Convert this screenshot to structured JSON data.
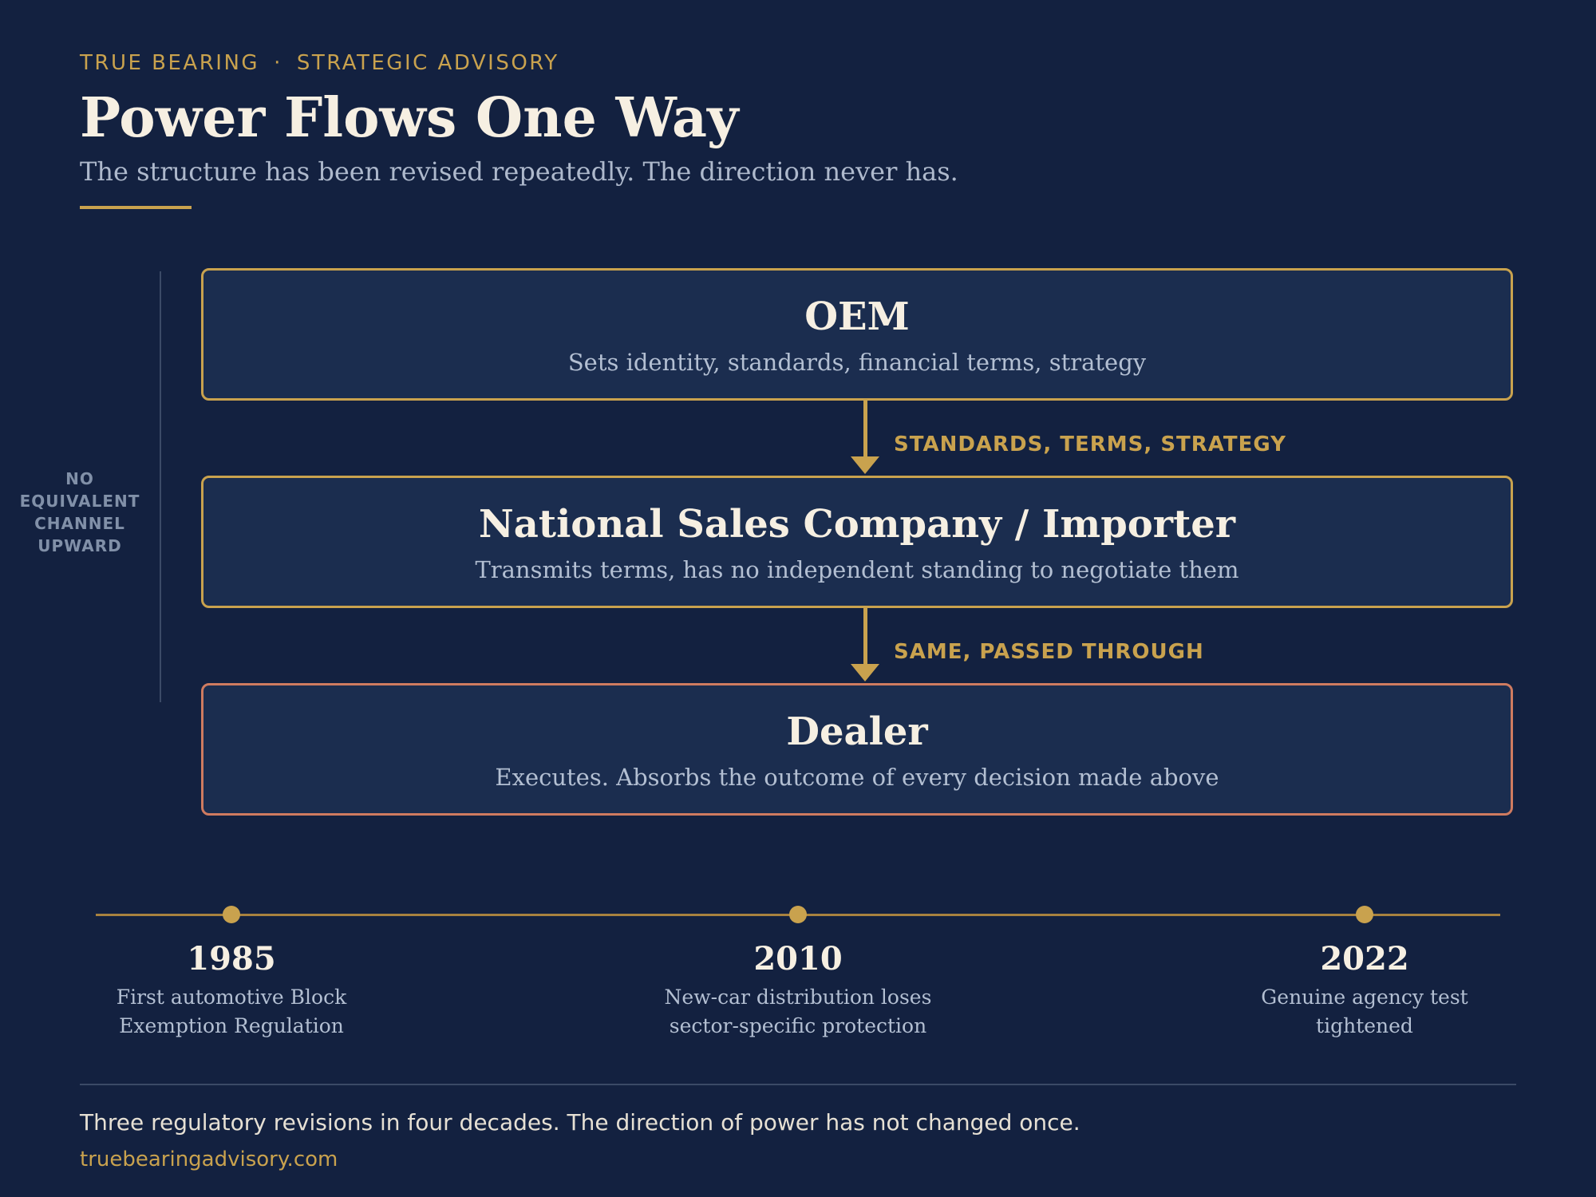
{
  "header": {
    "brand": "TRUE BEARING",
    "separator": "·",
    "division": "STRATEGIC ADVISORY",
    "title": "Power Flows One Way",
    "subtitle": "The structure has been revised repeatedly. The direction never has."
  },
  "side_note": {
    "lines": [
      "NO",
      "EQUIVALENT",
      "CHANNEL",
      "UPWARD"
    ]
  },
  "hierarchy": {
    "nodes": [
      {
        "title": "OEM",
        "description": "Sets identity, standards, financial terms, strategy"
      },
      {
        "title": "National Sales Company / Importer",
        "description": "Transmits terms, has no independent standing to negotiate them"
      },
      {
        "title": "Dealer",
        "description": "Executes. Absorbs the outcome of every decision made above"
      }
    ],
    "flows": [
      {
        "label": "STANDARDS, TERMS, STRATEGY"
      },
      {
        "label": "SAME, PASSED THROUGH"
      }
    ]
  },
  "timeline": [
    {
      "year": "1985",
      "lines": [
        "First automotive Block",
        "Exemption Regulation"
      ]
    },
    {
      "year": "2010",
      "lines": [
        "New-car distribution loses",
        "sector-specific protection"
      ]
    },
    {
      "year": "2022",
      "lines": [
        "Genuine agency test",
        "tightened"
      ]
    }
  ],
  "footer": {
    "statement": "Three regulatory revisions in four decades. The direction of power has not changed once.",
    "url": "truebearingadvisory.com"
  },
  "colors": {
    "background": "#132140",
    "accent_gold": "#c9a24e",
    "dealer_border": "#cf7b60",
    "box_fill": "#1b2d4f"
  }
}
